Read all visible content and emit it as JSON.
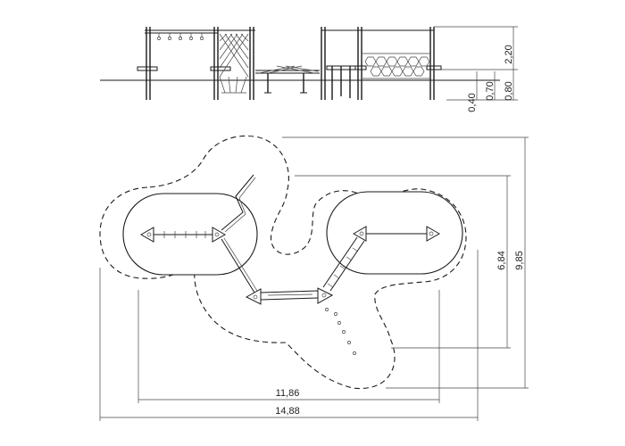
{
  "elevation_dimensions": {
    "total_height": "2,20",
    "platform_height": "0,80",
    "deck_height": "0,70",
    "foundation_depth": "0,40"
  },
  "plan_dimensions": {
    "inner_width": "11,86",
    "overall_width": "14,88",
    "inner_depth": "6,84",
    "overall_depth": "9,85"
  },
  "colors": {
    "ink": "#1a1a1a",
    "background": "#ffffff"
  }
}
